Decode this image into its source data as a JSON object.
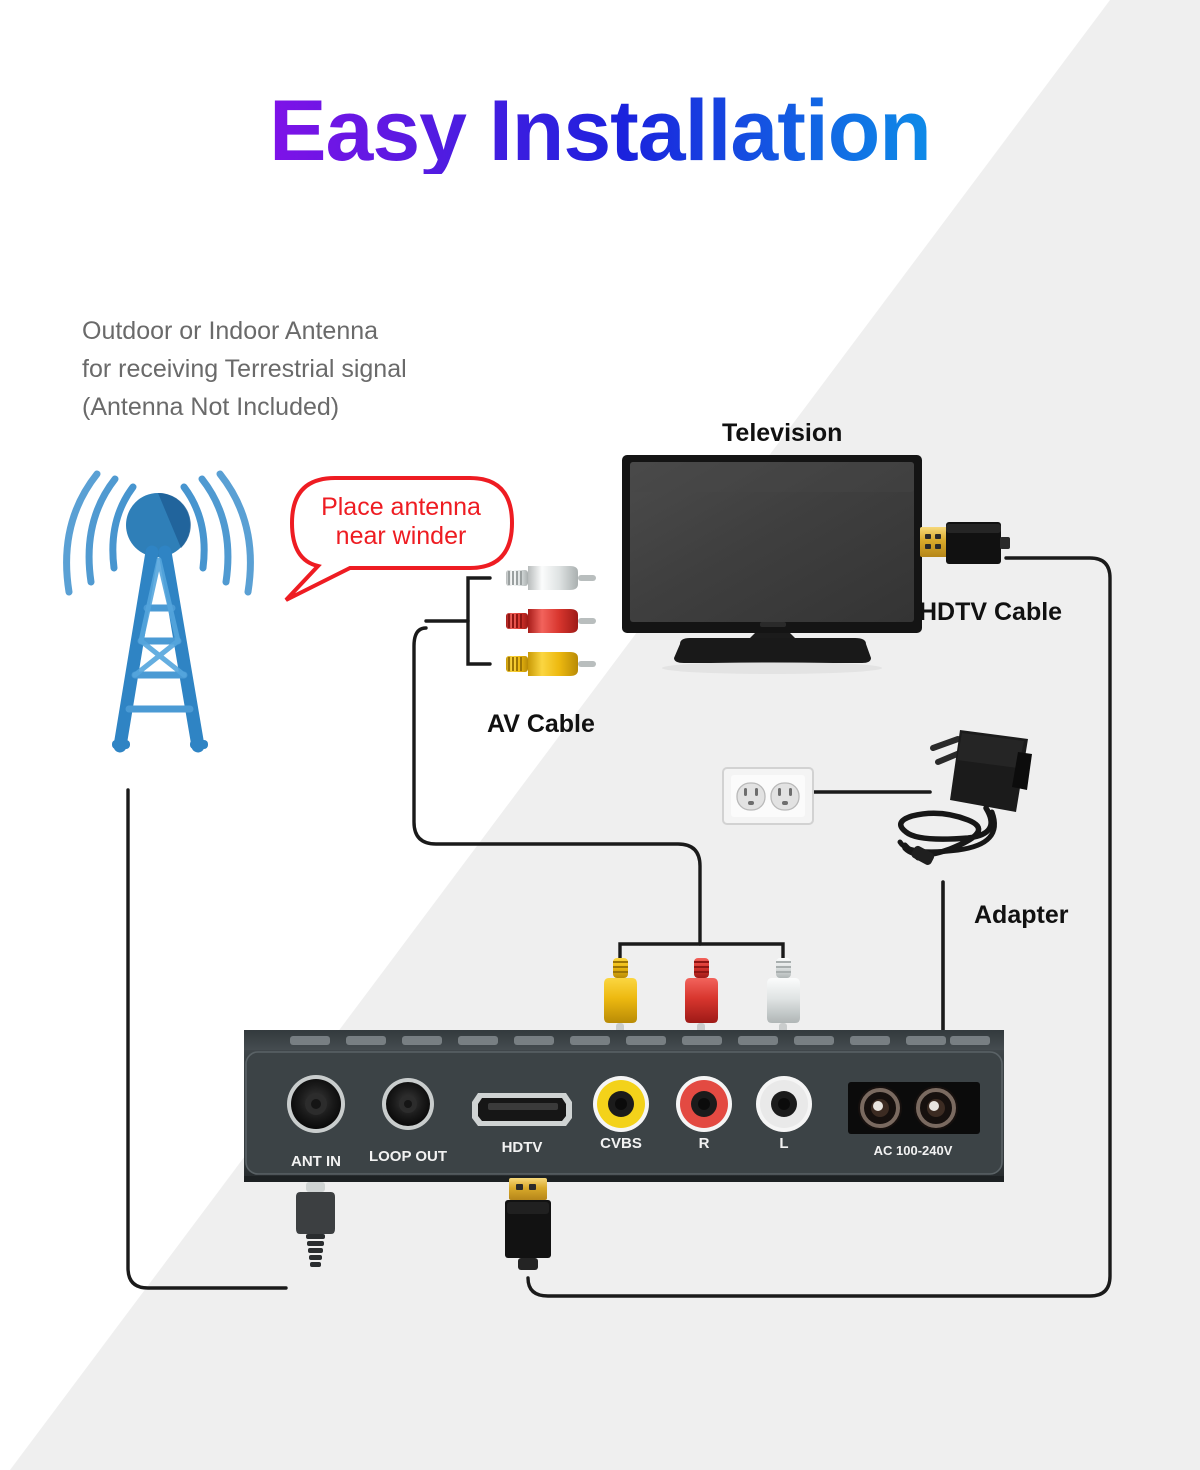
{
  "page": {
    "title": "Easy Installation",
    "background_color": "#ffffff",
    "diagonal_band_color": "#efefef"
  },
  "title_gradient": {
    "start": "#c200ef",
    "mid": "#1b22dd",
    "end": "#12c4f0"
  },
  "antenna_note": {
    "line1": "Outdoor or Indoor Antenna",
    "line2": "for receiving Terrestrial signal",
    "line3": " (Antenna Not Included)",
    "color": "#6a6a6a"
  },
  "callout": {
    "line1": "Place antenna",
    "line2": "near winder",
    "color": "#ee1c22"
  },
  "labels": {
    "television": "Television",
    "hdtv_cable": "HDTV Cable",
    "av_cable": "AV Cable",
    "adapter": "Adapter"
  },
  "device_ports": [
    {
      "id": "ant-in",
      "label": "ANT IN",
      "type": "coax",
      "color": "#1b1b1b"
    },
    {
      "id": "loop-out",
      "label": "LOOP OUT",
      "type": "coax",
      "color": "#1b1b1b"
    },
    {
      "id": "hdtv",
      "label": "HDTV",
      "type": "hdmi",
      "color": "#d8d8d8"
    },
    {
      "id": "cvbs",
      "label": "CVBS",
      "type": "rca",
      "color": "#f3d21a"
    },
    {
      "id": "r",
      "label": "R",
      "type": "rca",
      "color": "#e33a33"
    },
    {
      "id": "l",
      "label": "L",
      "type": "rca",
      "color": "#e9e9e9"
    },
    {
      "id": "ac",
      "label": "AC 100-240V",
      "type": "power",
      "color": "#111111"
    }
  ],
  "av_plugs_tv": [
    {
      "id": "white",
      "color": "#e2e2e2"
    },
    {
      "id": "red",
      "color": "#e03a34"
    },
    {
      "id": "yellow",
      "color": "#f2c11a"
    }
  ],
  "av_plugs_box": [
    {
      "id": "yellow",
      "color": "#f2c11a"
    },
    {
      "id": "red",
      "color": "#e03a34"
    },
    {
      "id": "white",
      "color": "#e2e2e2"
    }
  ],
  "icons": {
    "antenna": "antenna-tower-icon",
    "waves": "signal-waves-icon",
    "television": "television-icon",
    "hdmi_connector": "hdmi-connector-icon",
    "wall_outlet": "wall-outlet-icon",
    "power_adapter": "power-adapter-icon",
    "set_top_box": "set-top-box-icon",
    "callout_bubble": "speech-bubble-icon"
  },
  "colors": {
    "antenna_blue": "#2a7fc1",
    "antenna_dark": "#1f5f96",
    "wire": "#1a1a1a",
    "box_body": "#3f4649",
    "box_dark": "#2a3033"
  }
}
